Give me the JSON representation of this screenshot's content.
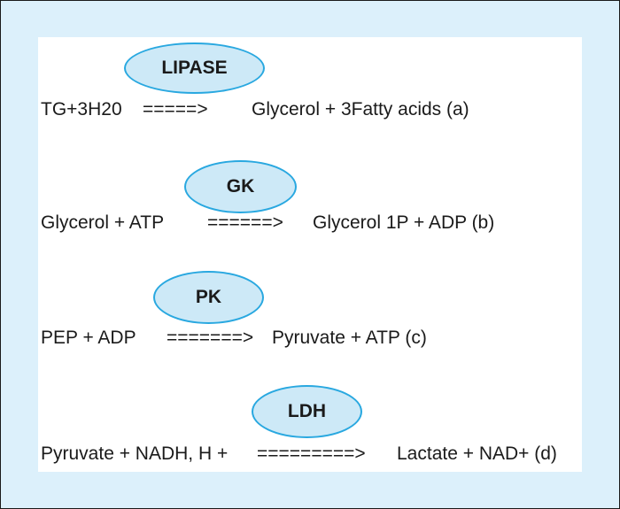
{
  "reactions": [
    {
      "enzyme": "LIPASE",
      "left": "TG+3H20",
      "arrow": "=====>",
      "right": "Glycerol + 3Fatty acids (a)"
    },
    {
      "enzyme": "GK",
      "left": "Glycerol + ATP",
      "arrow": "======>",
      "right": "Glycerol 1P + ADP (b)"
    },
    {
      "enzyme": "PK",
      "left": "PEP + ADP",
      "arrow": "=======>",
      "right": "Pyruvate + ATP (c)"
    },
    {
      "enzyme": "LDH",
      "left": "Pyruvate + NADH, H +",
      "arrow": "=========>",
      "right": "Lactate + NAD+ (d)"
    }
  ],
  "colors": {
    "outer_bg": "#dcf0fb",
    "panel_bg": "#ffffff",
    "ellipse_fill": "#cde9f7",
    "ellipse_border": "#29a8e0"
  }
}
